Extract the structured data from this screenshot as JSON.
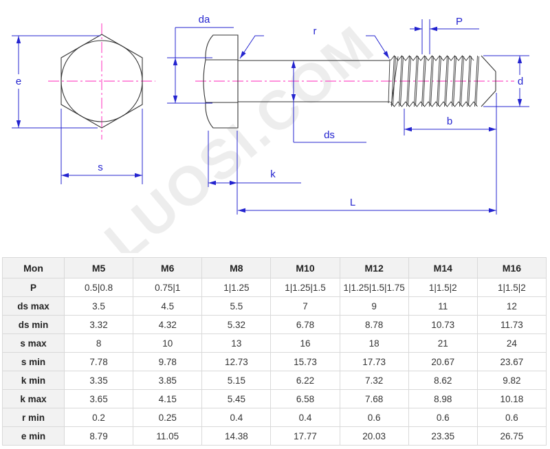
{
  "diagram": {
    "watermark": "LUOSI.COM",
    "labels": {
      "e": "e",
      "s": "s",
      "da": "da",
      "r": "r",
      "ds": "ds",
      "k": "k",
      "L": "L",
      "P": "P",
      "d": "d",
      "b": "b"
    },
    "colors": {
      "dimension_blue": "#2323cf",
      "centerline_pink": "#ff4fc8",
      "outline": "#333333",
      "table_header_bg": "#f2f2f2",
      "table_border": "#d9d9d9"
    }
  },
  "table": {
    "columns": [
      "Mon",
      "M5",
      "M6",
      "M8",
      "M10",
      "M12",
      "M14",
      "M16"
    ],
    "rows": [
      {
        "label": "P",
        "values": [
          "0.5|0.8",
          "0.75|1",
          "1|1.25",
          "1|1.25|1.5",
          "1|1.25|1.5|1.75",
          "1|1.5|2",
          "1|1.5|2"
        ]
      },
      {
        "label": "ds max",
        "values": [
          "3.5",
          "4.5",
          "5.5",
          "7",
          "9",
          "11",
          "12"
        ]
      },
      {
        "label": "ds min",
        "values": [
          "3.32",
          "4.32",
          "5.32",
          "6.78",
          "8.78",
          "10.73",
          "11.73"
        ]
      },
      {
        "label": "s max",
        "values": [
          "8",
          "10",
          "13",
          "16",
          "18",
          "21",
          "24"
        ]
      },
      {
        "label": "s min",
        "values": [
          "7.78",
          "9.78",
          "12.73",
          "15.73",
          "17.73",
          "20.67",
          "23.67"
        ]
      },
      {
        "label": "k min",
        "values": [
          "3.35",
          "3.85",
          "5.15",
          "6.22",
          "7.32",
          "8.62",
          "9.82"
        ]
      },
      {
        "label": "k max",
        "values": [
          "3.65",
          "4.15",
          "5.45",
          "6.58",
          "7.68",
          "8.98",
          "10.18"
        ]
      },
      {
        "label": "r min",
        "values": [
          "0.2",
          "0.25",
          "0.4",
          "0.4",
          "0.6",
          "0.6",
          "0.6"
        ]
      },
      {
        "label": "e min",
        "values": [
          "8.79",
          "11.05",
          "14.38",
          "17.77",
          "20.03",
          "23.35",
          "26.75"
        ]
      }
    ]
  }
}
